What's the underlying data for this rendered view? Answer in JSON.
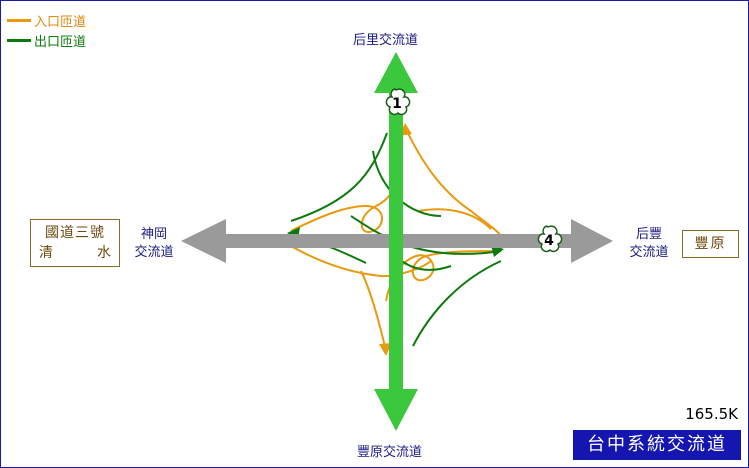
{
  "legend": {
    "entry_ramp": {
      "label": "入口匝道",
      "color": "#e89a10"
    },
    "exit_ramp": {
      "label": "出口匝道",
      "color": "#0e7a0e"
    }
  },
  "roads": {
    "north_label": "后里交流道",
    "south_label": "豐原交流道",
    "west_label_line1": "神岡",
    "west_label_line2": "交流道",
    "east_label_line1": "后豐",
    "east_label_line2": "交流道"
  },
  "boxes": {
    "left_line1_a": "國道三號",
    "left_line2_a": "清",
    "left_line2_b": "水",
    "right": "豐原"
  },
  "route_markers": {
    "north_south": "1",
    "east_west": "4"
  },
  "footer": {
    "mileage": "165.5K",
    "title": "台中系統交流道"
  },
  "colors": {
    "main_ns": "#3cc83c",
    "main_ew": "#9a9a9a",
    "entry_ramp": "#e89a10",
    "exit_ramp": "#0e7a0e",
    "text_blue": "#1a1a80",
    "badge_bg": "#1515b0"
  }
}
